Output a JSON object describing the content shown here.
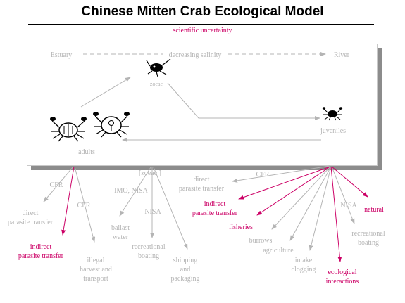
{
  "title": "Chinese Mitten Crab Ecological Model",
  "subtitle": "scientific uncertainty",
  "colors": {
    "accent": "#cc0066",
    "muted": "#b4b4b4",
    "text": "#000000"
  },
  "salinity_axis": {
    "left": "Estuary",
    "middle": "decreasing salinity",
    "right": "River"
  },
  "life_stages": {
    "zoeae": "zoeae",
    "juveniles": "juveniles",
    "adults": "adults"
  },
  "adult_vectors": {
    "cfr": "CFR",
    "direct": "direct\nparasite transfer",
    "cfr2": "CFR",
    "indirect": "indirect\nparasite transfer",
    "illegal": "illegal\nharvest and\ntransport"
  },
  "zoeae_vectors": {
    "bracket": "[zoeae ]",
    "imo_nisa": "IMO, NISA",
    "nisa": "NISA",
    "ballast": "ballast\nwater",
    "recreational_boating": "recreational\nboating",
    "shipping": "shipping\nand\npackaging"
  },
  "juvenile_vectors": {
    "direct": "direct\nparasite transfer",
    "cfr": "CFR",
    "indirect": "indirect\nparasite transfer",
    "fisheries": "fisheries",
    "burrows": "burrows",
    "agriculture": "agriculture",
    "intake": "intake\nclogging",
    "ecological": "ecological\ninteractions",
    "nisa": "NISA",
    "natural": "natural",
    "recreational_boating": "recreational\nboating"
  }
}
